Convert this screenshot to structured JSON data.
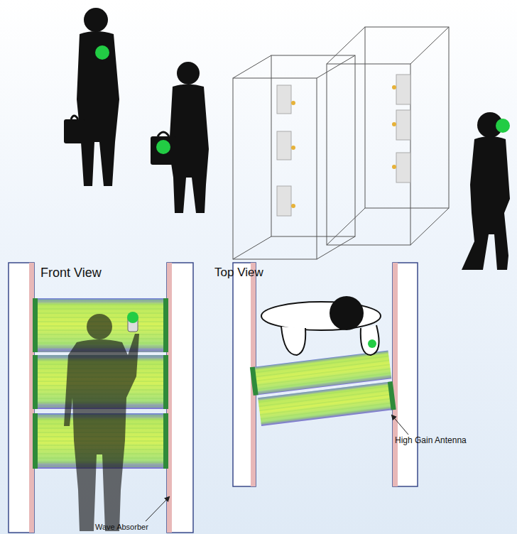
{
  "diagram": {
    "labels": [
      "Front View",
      "Top View",
      "High Gain Antenna",
      "Wave Absorber"
    ]
  }
}
